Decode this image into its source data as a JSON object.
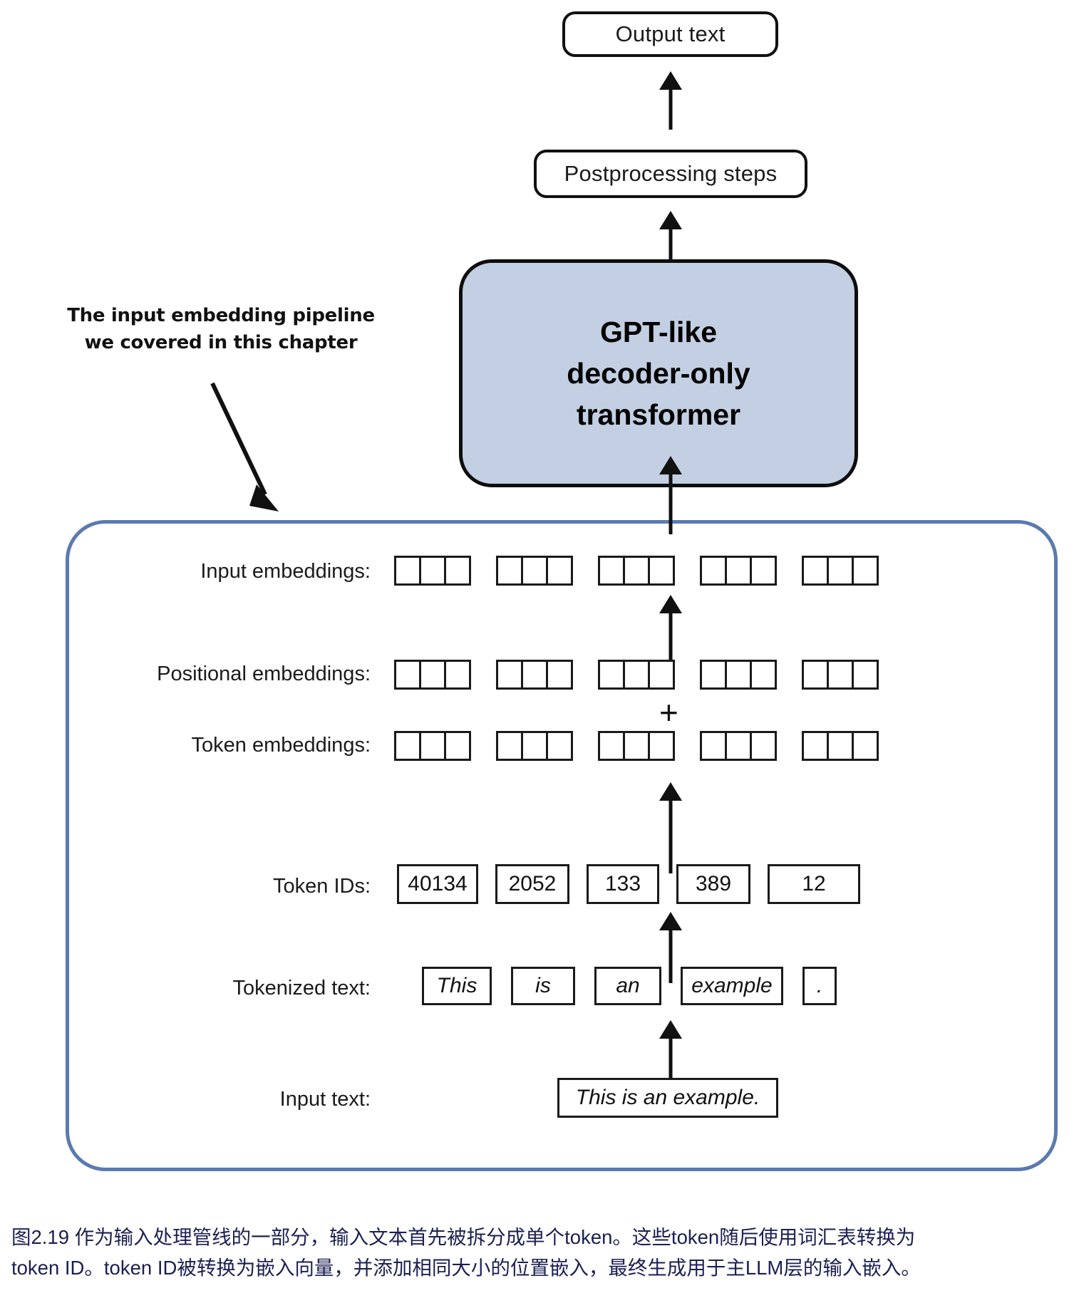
{
  "figure": {
    "output_box_label": "Output text",
    "postprocessing_box_label": "Postprocessing steps",
    "transformer_lines": [
      "GPT-like",
      "decoder-only",
      "transformer"
    ],
    "transformer_fill_color": "#c3cfe2",
    "pipeline_border_color": "#5b7ab0",
    "callout": {
      "line1": "The input embedding pipeline",
      "line2": "we covered in this chapter"
    },
    "plus_symbol": "+",
    "rows": [
      {
        "label": "Input embeddings:",
        "type": "embedding-cells",
        "groups": 5,
        "cells_per_group": 3
      },
      {
        "label": "Positional embeddings:",
        "type": "embedding-cells",
        "groups": 5,
        "cells_per_group": 3
      },
      {
        "label": "Token embeddings:",
        "type": "embedding-cells",
        "groups": 5,
        "cells_per_group": 3
      },
      {
        "label": "Token IDs:",
        "type": "value-boxes",
        "values": [
          "40134",
          "2052",
          "133",
          "389",
          "12"
        ]
      },
      {
        "label": "Tokenized text:",
        "type": "value-boxes",
        "values": [
          "This",
          "is",
          "an",
          "example",
          "."
        ]
      },
      {
        "label": "Input text:",
        "type": "single-box",
        "values": [
          "This is an example."
        ]
      }
    ]
  },
  "caption": {
    "line1": "图2.19 作为输入处理管线的一部分，输入文本首先被拆分成单个token。这些token随后使用词汇表转换为",
    "line2": "token ID。token ID被转换为嵌入向量，并添加相同大小的位置嵌入，最终生成用于主LLM层的输入嵌入。",
    "color": "#1b1f52"
  }
}
